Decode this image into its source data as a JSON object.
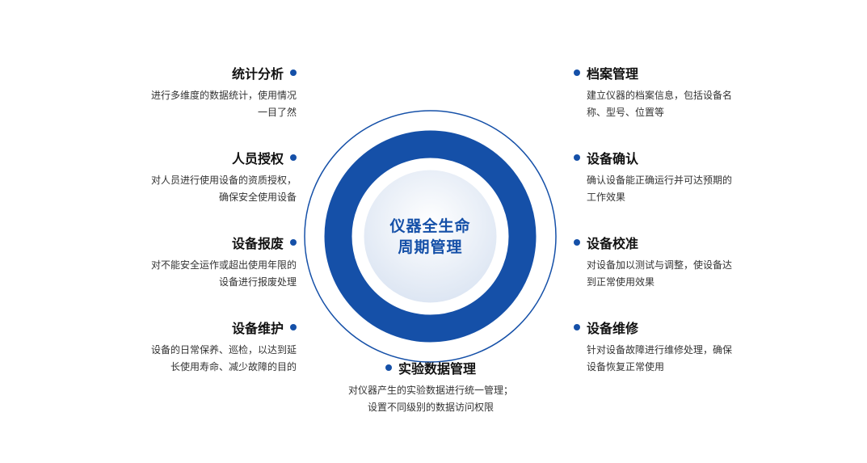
{
  "center": {
    "line1": "仪器全生命",
    "line2": "周期管理"
  },
  "colors": {
    "accent": "#1550a8",
    "ring": "#1550a8",
    "inner_fill_light": "#f4f7fc",
    "inner_fill_dark": "#dde6f3"
  },
  "left_items": [
    {
      "title": "统计分析",
      "desc_lines": [
        "进行多维度的数据统计，使用情况",
        "一目了然"
      ]
    },
    {
      "title": "人员授权",
      "desc_lines": [
        "对人员进行使用设备的资质授权，",
        "确保安全使用设备"
      ]
    },
    {
      "title": "设备报废",
      "desc_lines": [
        "对不能安全运作或超出使用年限的",
        "设备进行报废处理"
      ]
    },
    {
      "title": "设备维护",
      "desc_lines": [
        "设备的日常保养、巡检，以达到延",
        "长使用寿命、减少故障的目的"
      ]
    }
  ],
  "right_items": [
    {
      "title": "档案管理",
      "desc_lines": [
        "建立仪器的档案信息，包括设备名",
        "称、型号、位置等"
      ]
    },
    {
      "title": "设备确认",
      "desc_lines": [
        "确认设备能正确运行并可达预期的",
        "工作效果"
      ]
    },
    {
      "title": "设备校准",
      "desc_lines": [
        "对设备加以测试与调整，使设备达",
        "到正常使用效果"
      ]
    },
    {
      "title": "设备维修",
      "desc_lines": [
        "针对设备故障进行维修处理，确保",
        "设备恢复正常使用"
      ]
    }
  ],
  "bottom_item": {
    "title": "实验数据管理",
    "desc_lines": [
      "对仪器产生的实验数据进行统一管理；",
      "设置不同级别的数据访问权限"
    ]
  }
}
